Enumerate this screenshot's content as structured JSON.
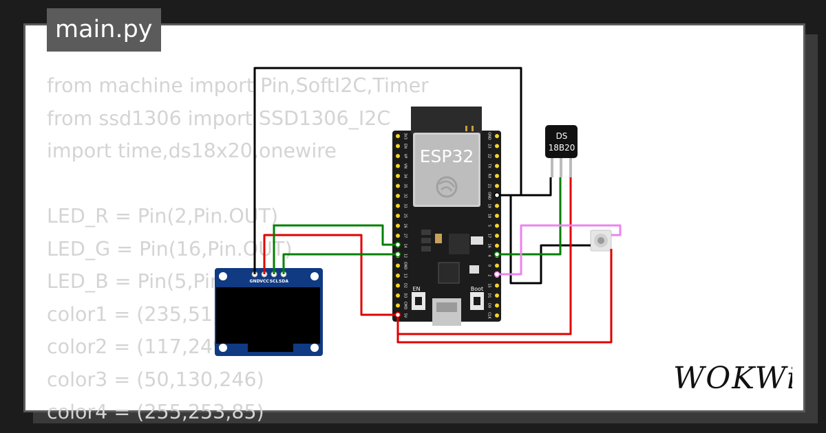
{
  "file_tab": {
    "label": "main.py"
  },
  "code_lines": [
    "from machine import Pin,SoftI2C,Timer",
    "from ssd1306 import SSD1306_I2C",
    "import time,ds18x20,onewire",
    "",
    "LED_R = Pin(2,Pin.OUT)",
    "LED_G = Pin(16,Pin.OUT)",
    "LED_B = Pin(5,Pin.OUT)",
    "color1 = (235,51,36)",
    "color2 = (117,249,77)",
    "color3 = (50,130,246)",
    "color4 = (255,253,85)"
  ],
  "esp32": {
    "label": "ESP32",
    "left_pins": [
      "3V3",
      "EN",
      "VP",
      "VN",
      "34",
      "35",
      "32",
      "33",
      "25",
      "26",
      "27",
      "14",
      "12",
      "GND",
      "13",
      "D2",
      "D3",
      "CMD",
      "5V"
    ],
    "right_pins": [
      "GND",
      "23",
      "22",
      "TX",
      "RX",
      "21",
      "GND",
      "19",
      "18",
      "5",
      "17",
      "16",
      "4",
      "0",
      "2",
      "15",
      "D1",
      "D0",
      "CLK"
    ],
    "en_label": "EN",
    "boot_label": "Boot"
  },
  "oled": {
    "pins": [
      "GND",
      "VCC",
      "SCL",
      "SDA"
    ]
  },
  "sensor": {
    "line1": "DS",
    "line2": "18B20"
  },
  "logo": {
    "text": "WOKWi"
  },
  "colors": {
    "wire_black": "#000000",
    "wire_red": "#e00000",
    "wire_green": "#008000",
    "wire_pink": "#ee82ee",
    "board_dark": "#1c1c1c",
    "oled_blue": "#103a82",
    "pin_gold": "#f2d32a"
  }
}
